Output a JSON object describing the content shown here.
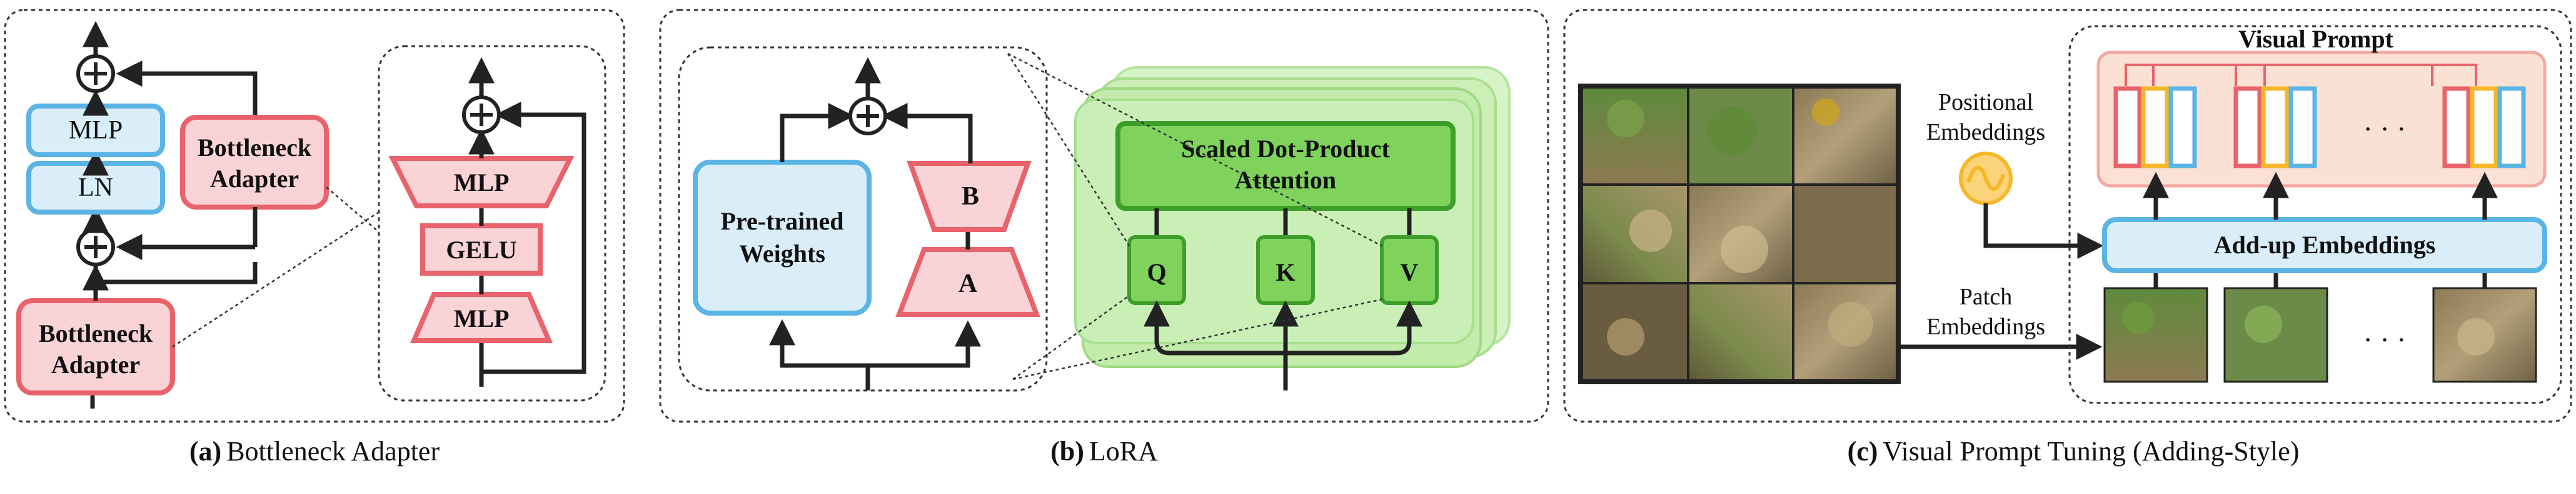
{
  "panel_a": {
    "caption_letter": "(a)",
    "caption_text": "Bottleneck Adapter",
    "mlp_label": "MLP",
    "ln_label": "LN",
    "adapter_label_line1": "Bottleneck",
    "adapter_label_line2": "Adapter",
    "detail": {
      "mlp_top": "MLP",
      "gelu": "GELU",
      "mlp_bottom": "MLP"
    }
  },
  "panel_b": {
    "caption_letter": "(b)",
    "caption_text": "LoRA",
    "pretrained_line1": "Pre-trained",
    "pretrained_line2": "Weights",
    "matrix_b": "B",
    "matrix_a": "A",
    "attention_line1": "Scaled Dot-Product",
    "attention_line2": "Attention",
    "q": "Q",
    "k": "K",
    "v": "V"
  },
  "panel_c": {
    "caption_letter": "(c)",
    "caption_text": "Visual Prompt Tuning (Adding-Style)",
    "positional_line1": "Positional",
    "positional_line2": "Embeddings",
    "patch_line1": "Patch",
    "patch_line2": "Embeddings",
    "visual_prompt": "Visual Prompt",
    "addup": "Add-up Embeddings",
    "ellipsis": "· · ·"
  },
  "colors": {
    "blue_fill": "#d9eef8",
    "blue_stroke": "#5ab4e5",
    "red_fill": "#f9d3d6",
    "red_stroke": "#e8636b",
    "green_fill": "#7fd35c",
    "green_stroke": "#3d9e2a",
    "green_light": "#c9efb6",
    "yellow_stroke": "#f6b728",
    "orange_fill": "#fbe0d4"
  }
}
